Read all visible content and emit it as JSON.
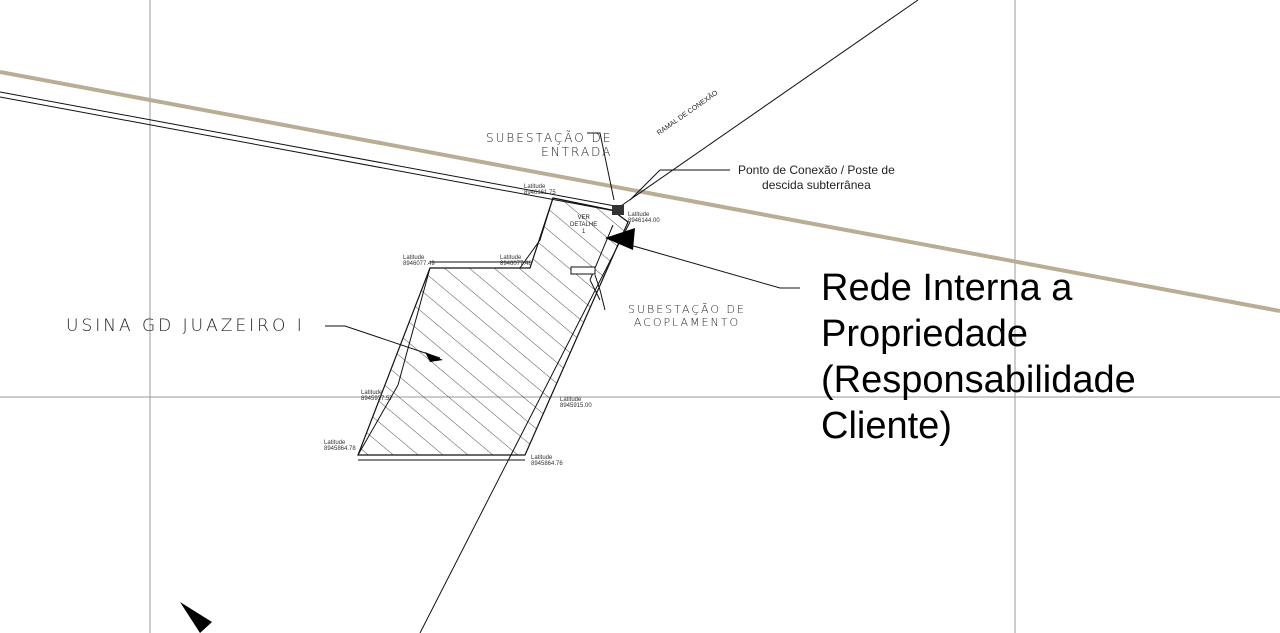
{
  "labels": {
    "subestacao_entrada": [
      "SUBESTAÇÃO DE",
      "ENTRADA"
    ],
    "ramal": "RAMAL DE CONEXÃO",
    "ponto_conexao": [
      "Ponto de Conexão / Poste de",
      "descida subterrânea"
    ],
    "ver_detalhe": [
      "VER",
      "DETALHE",
      "1"
    ],
    "usina": "USINA GD JUAZEIRO I",
    "subestacao_acoplamento": [
      "SUBESTAÇÃO DE",
      "ACOPLAMENTO"
    ],
    "rede_interna": [
      "Rede Interna a",
      "Propriedade",
      "(Responsabilidade",
      "Cliente)"
    ]
  },
  "coords": [
    {
      "name": "Latitude",
      "value": "8946161.75"
    },
    {
      "name": "Latitude",
      "value": "8946144.00"
    },
    {
      "name": "Latitude",
      "value": "8946077.48"
    },
    {
      "name": "Latitude",
      "value": "8946077.49"
    },
    {
      "name": "Latitude",
      "value": "8945937.57"
    },
    {
      "name": "Latitude",
      "value": "8945915.00"
    },
    {
      "name": "Latitude",
      "value": "8945864.78"
    },
    {
      "name": "Latitude",
      "value": "8945864.76"
    }
  ],
  "colors": {
    "road": "#b9ad95",
    "line": "#000000",
    "grid": "#999999"
  }
}
